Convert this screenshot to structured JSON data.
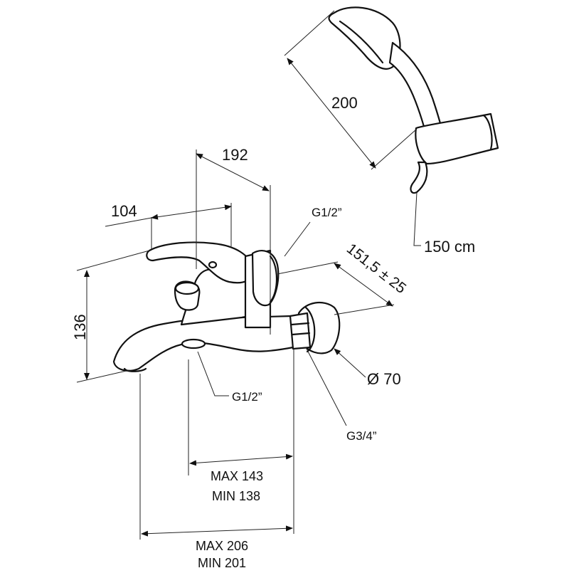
{
  "dimensions": {
    "handshower_length": "200",
    "hose_length": "150 cm",
    "spout_height": "136",
    "handle_reach": "104",
    "body_depth": "192",
    "wall_inlet_thread": "G1/2”",
    "inlet_centres": "151,5 ± 25",
    "escutcheon_diameter": "Ø 70",
    "spout_outlet_thread": "G1/2”",
    "connection_thread": "G3/4”",
    "spout_outlet_max": "MAX 143",
    "spout_outlet_min": "MIN 138",
    "overall_projection_max": "MAX 206",
    "overall_projection_min": "MIN 201"
  }
}
